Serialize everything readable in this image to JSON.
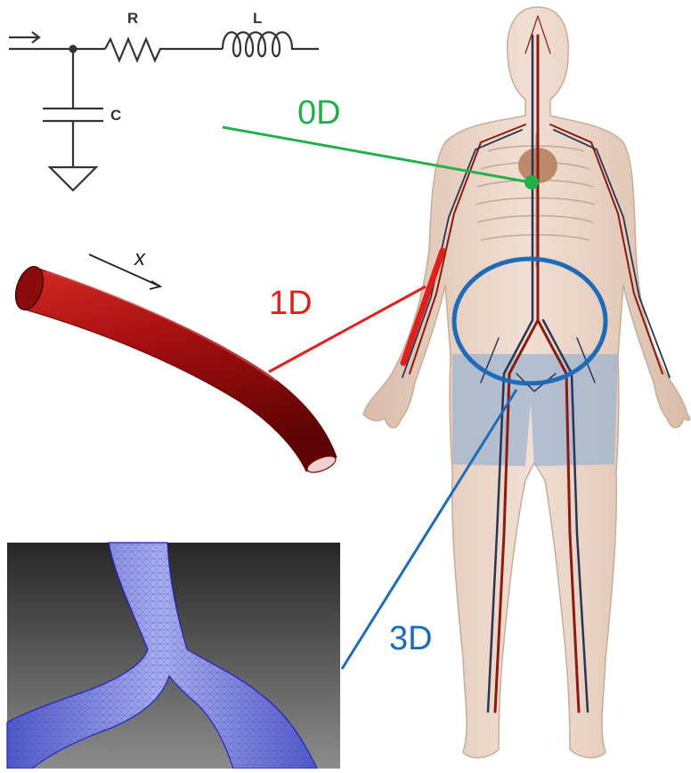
{
  "circuit": {
    "resistor_label": "R",
    "inductor_label": "L",
    "capacitor_label": "C"
  },
  "vessel": {
    "axis_label": "x"
  },
  "models": {
    "zero_d": {
      "label": "0D",
      "color": "#22b04b"
    },
    "one_d": {
      "label": "1D",
      "color": "#e0201c"
    },
    "three_d": {
      "label": "3D",
      "color": "#1e6bb8"
    }
  },
  "colors": {
    "circuit_line": "#333333",
    "vessel_red": "#b01212",
    "mesh_blue": "#5f68d8",
    "mesh_bg_top": "#2a2a2a",
    "mesh_bg_bottom": "#8a8a8a",
    "skin": "#e9d2c4",
    "shorts": "#9fb4d0"
  }
}
